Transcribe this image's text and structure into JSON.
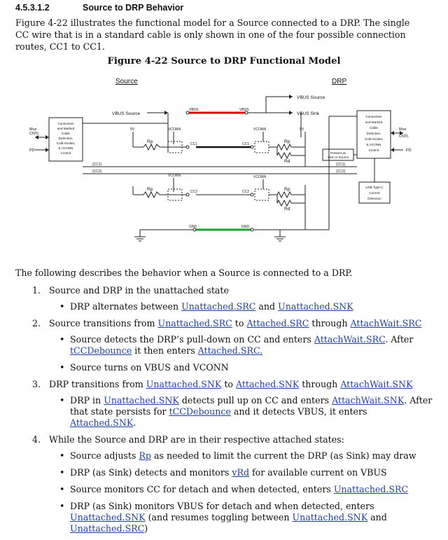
{
  "section": {
    "number": "4.5.3.1.2",
    "title": "Source to DRP Behavior"
  },
  "intro": "Figure 4-22 illustrates the functional model for a Source connected to a DRP.  The single CC wire that is in a standard cable is only shown in one of the four possible connection routes, CC1 to CC1.",
  "figure": {
    "title": "Figure 4-22  Source to DRP Functional Model",
    "source_label": "Source",
    "drp_label": "DRP",
    "vbus_source": "VBUS Source",
    "vbus_sink": "VBUS Sink",
    "vbus": "VBUS",
    "gnd": "GND",
    "mux_cntl": [
      "Mux",
      "CNTL"
    ],
    "pd": "PD",
    "five_v": "5V",
    "vconn": "VCONN",
    "rp": "Rp",
    "rd": "Rd",
    "cc1": "CC1",
    "cc2": "CC2",
    "cc1_bus": "(CC1)",
    "cc2_bus": "(CC2)",
    "left_ctrl": [
      "Connection",
      "and Marked",
      "Cable",
      "Detection,",
      "Cold-Socket,",
      "& VCONN",
      "Control"
    ],
    "right_ctrl": [
      "Connection",
      "and Marked",
      "Cable",
      "Detection,",
      "Cold-Socket,",
      "& VCONN",
      "Control"
    ],
    "present": [
      "Present as",
      "Sink or Source"
    ],
    "usb_det": [
      "USB Type-C",
      "Current",
      "Detection"
    ],
    "colors": {
      "vbus_wire": "#e00000",
      "gnd_wire": "#1aa32a",
      "link": "#1f3fa8"
    }
  },
  "lead": "The following describes the behavior when a Source is connected to a DRP.",
  "steps": {
    "s1": {
      "num": "1.",
      "text": "Source and DRP in the unattached state",
      "b1": {
        "pre": "DRP alternates between ",
        "l1": "Unattached.SRC",
        "mid": " and ",
        "l2": "Unattached.SNK"
      }
    },
    "s2": {
      "num": "2.",
      "pre": "Source transitions from ",
      "l1": "Unattached.SRC",
      "mid1": " to ",
      "l2": "Attached.SRC",
      "mid2": " through ",
      "l3": "AttachWait.SRC",
      "b1": {
        "pre": "Source detects the DRP’s pull-down on CC and enters ",
        "l1": "AttachWait.SRC",
        "mid": ".  After ",
        "l2": "tCCDebounce",
        "mid2": " it then enters ",
        "l3": "Attached.SRC."
      },
      "b2": {
        "pre": "Source turns on ",
        "v1": "VBUS",
        "mid": " and ",
        "v2": "VCONN"
      }
    },
    "s3": {
      "num": "3.",
      "pre": "DRP transitions from ",
      "l1": "Unattached.SNK",
      "mid1": " to ",
      "l2": "Attached.SNK",
      "mid2": " through ",
      "l3": "AttachWait.SNK",
      "b1": {
        "pre": "DRP in ",
        "l1": "Unattached.SNK",
        "mid": " detects pull up on CC and enters ",
        "l2": "AttachWait.SNK",
        "mid2": ".  After that state persists for ",
        "l3": "tCCDebounce",
        "mid3": " and it detects ",
        "v1": "VBUS",
        "mid4": ", it enters ",
        "l4": "Attached.SNK",
        "end": "."
      }
    },
    "s4": {
      "num": "4.",
      "text": "While the Source and DRP are in their respective attached states:",
      "b1": {
        "pre": "Source adjusts ",
        "l1": "Rp",
        "post": " as needed to limit the current the DRP (as Sink) may draw"
      },
      "b2": {
        "pre": "DRP (as Sink) detects and monitors ",
        "l1": "vRd",
        "mid": " for available current on ",
        "v1": "VBUS"
      },
      "b3": {
        "pre": "Source monitors CC for detach and when detected, enters ",
        "l1": "Unattached.SRC"
      },
      "b4": {
        "pre": "DRP (as Sink) monitors ",
        "v1": "VBUS",
        "mid": " for detach and when detected, enters ",
        "l1": "Unattached.SNK",
        "mid2": " (and resumes toggling between ",
        "l2": "Unattached.SNK",
        "mid3": " and ",
        "l3": "Unattached.SRC",
        "end": ")"
      }
    }
  }
}
